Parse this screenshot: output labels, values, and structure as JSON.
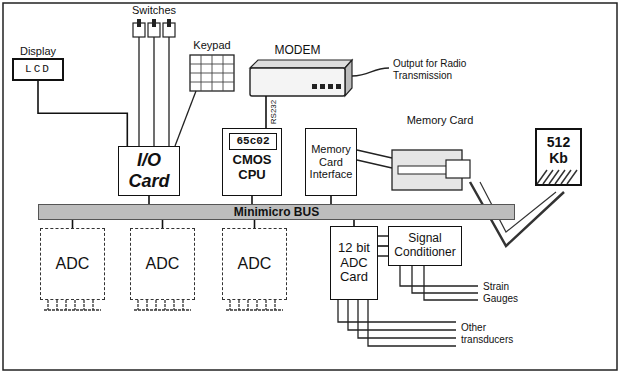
{
  "diagram": {
    "nodes": [
      {
        "text": [
          "Display",
          "LCD"
        ]
      },
      {
        "text": [
          "MODEM"
        ]
      },
      {
        "text": [
          "I/O Card"
        ]
      },
      {
        "text": [
          "CMOS CPU"
        ]
      },
      {
        "text": [
          "65c02"
        ],
        "in": 3
      },
      {
        "text": [
          "Memory Card Interface"
        ]
      },
      {
        "text": [
          "512 Kb"
        ]
      },
      {
        "text": [
          "Minimicro BUS"
        ]
      },
      {
        "text": [
          "ADC"
        ]
      },
      {
        "text": [
          "ADC"
        ]
      },
      {
        "text": [
          "ADC"
        ]
      },
      {
        "text": [
          "12 bit ADC Card"
        ]
      },
      {
        "text": [
          "Signal Conditioner"
        ]
      }
    ],
    "edges": [
      {
        "from": 0,
        "to": 2,
        "arrow": "none"
      },
      {
        "from": 3,
        "to": 1,
        "label": "RS232",
        "arrow": "none"
      },
      {
        "from": 2,
        "to": 7,
        "arrow": "none"
      },
      {
        "from": 3,
        "to": 7,
        "arrow": "none"
      },
      {
        "from": 5,
        "to": 7,
        "arrow": "none"
      },
      {
        "from": 8,
        "to": 7,
        "arrow": "none"
      },
      {
        "from": 9,
        "to": 7,
        "arrow": "none"
      },
      {
        "from": 10,
        "to": 7,
        "arrow": "none"
      },
      {
        "from": 11,
        "to": 7,
        "arrow": "none"
      },
      {
        "from": 12,
        "to": 11,
        "arrow": "none"
      }
    ],
    "labels": [
      "Switches",
      "Keypad",
      "Output for Radio Transmission",
      "Memory Card",
      "Strain Gauges",
      "Other transducers"
    ]
  }
}
